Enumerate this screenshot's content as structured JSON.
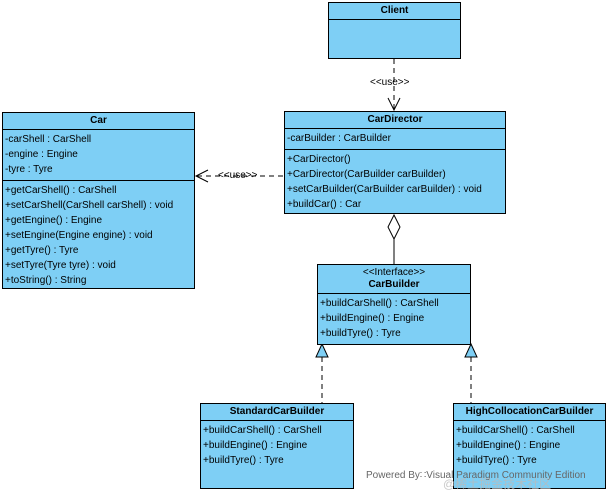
{
  "classes": {
    "client": {
      "name": "Client",
      "attributes": [],
      "operations": []
    },
    "car_director": {
      "name": "CarDirector",
      "attributes": [
        "-carBuilder : CarBuilder"
      ],
      "operations": [
        "+CarDirector()",
        "+CarDirector(CarBuilder carBuilder)",
        "+setCarBuilder(CarBuilder carBuilder) : void",
        "+buildCar() : Car"
      ]
    },
    "car": {
      "name": "Car",
      "attributes": [
        "-carShell : CarShell",
        "-engine : Engine",
        "-tyre : Tyre"
      ],
      "operations": [
        "+getCarShell() : CarShell",
        "+setCarShell(CarShell carShell) : void",
        "+getEngine() : Engine",
        "+setEngine(Engine engine) : void",
        "+getTyre() : Tyre",
        "+setTyre(Tyre tyre) : void",
        "+toString() : String"
      ]
    },
    "car_builder": {
      "stereotype": "<<Interface>>",
      "name": "CarBuilder",
      "operations": [
        "+buildCarShell() : CarShell",
        "+buildEngine() : Engine",
        "+buildTyre() : Tyre"
      ]
    },
    "standard_car_builder": {
      "name": "StandardCarBuilder",
      "operations": [
        "+buildCarShell() : CarShell",
        "+buildEngine() : Engine",
        "+buildTyre() : Tyre"
      ]
    },
    "high_collocation_car_builder": {
      "name": "HighCollocationCarBuilder",
      "operations": [
        "+buildCarShell() : CarShell",
        "+buildEngine() : Engine",
        "+buildTyre() : Tyre"
      ]
    }
  },
  "relations": {
    "client_director_label": "<<use>>",
    "director_car_label": "<<use>>"
  },
  "footer": {
    "powered_by": "Powered By∷Visual Paradigm Community Edition",
    "watermark": "@稀土掘金技术社区"
  },
  "colors": {
    "class_fill": "#7ecff5",
    "border": "#000000"
  }
}
